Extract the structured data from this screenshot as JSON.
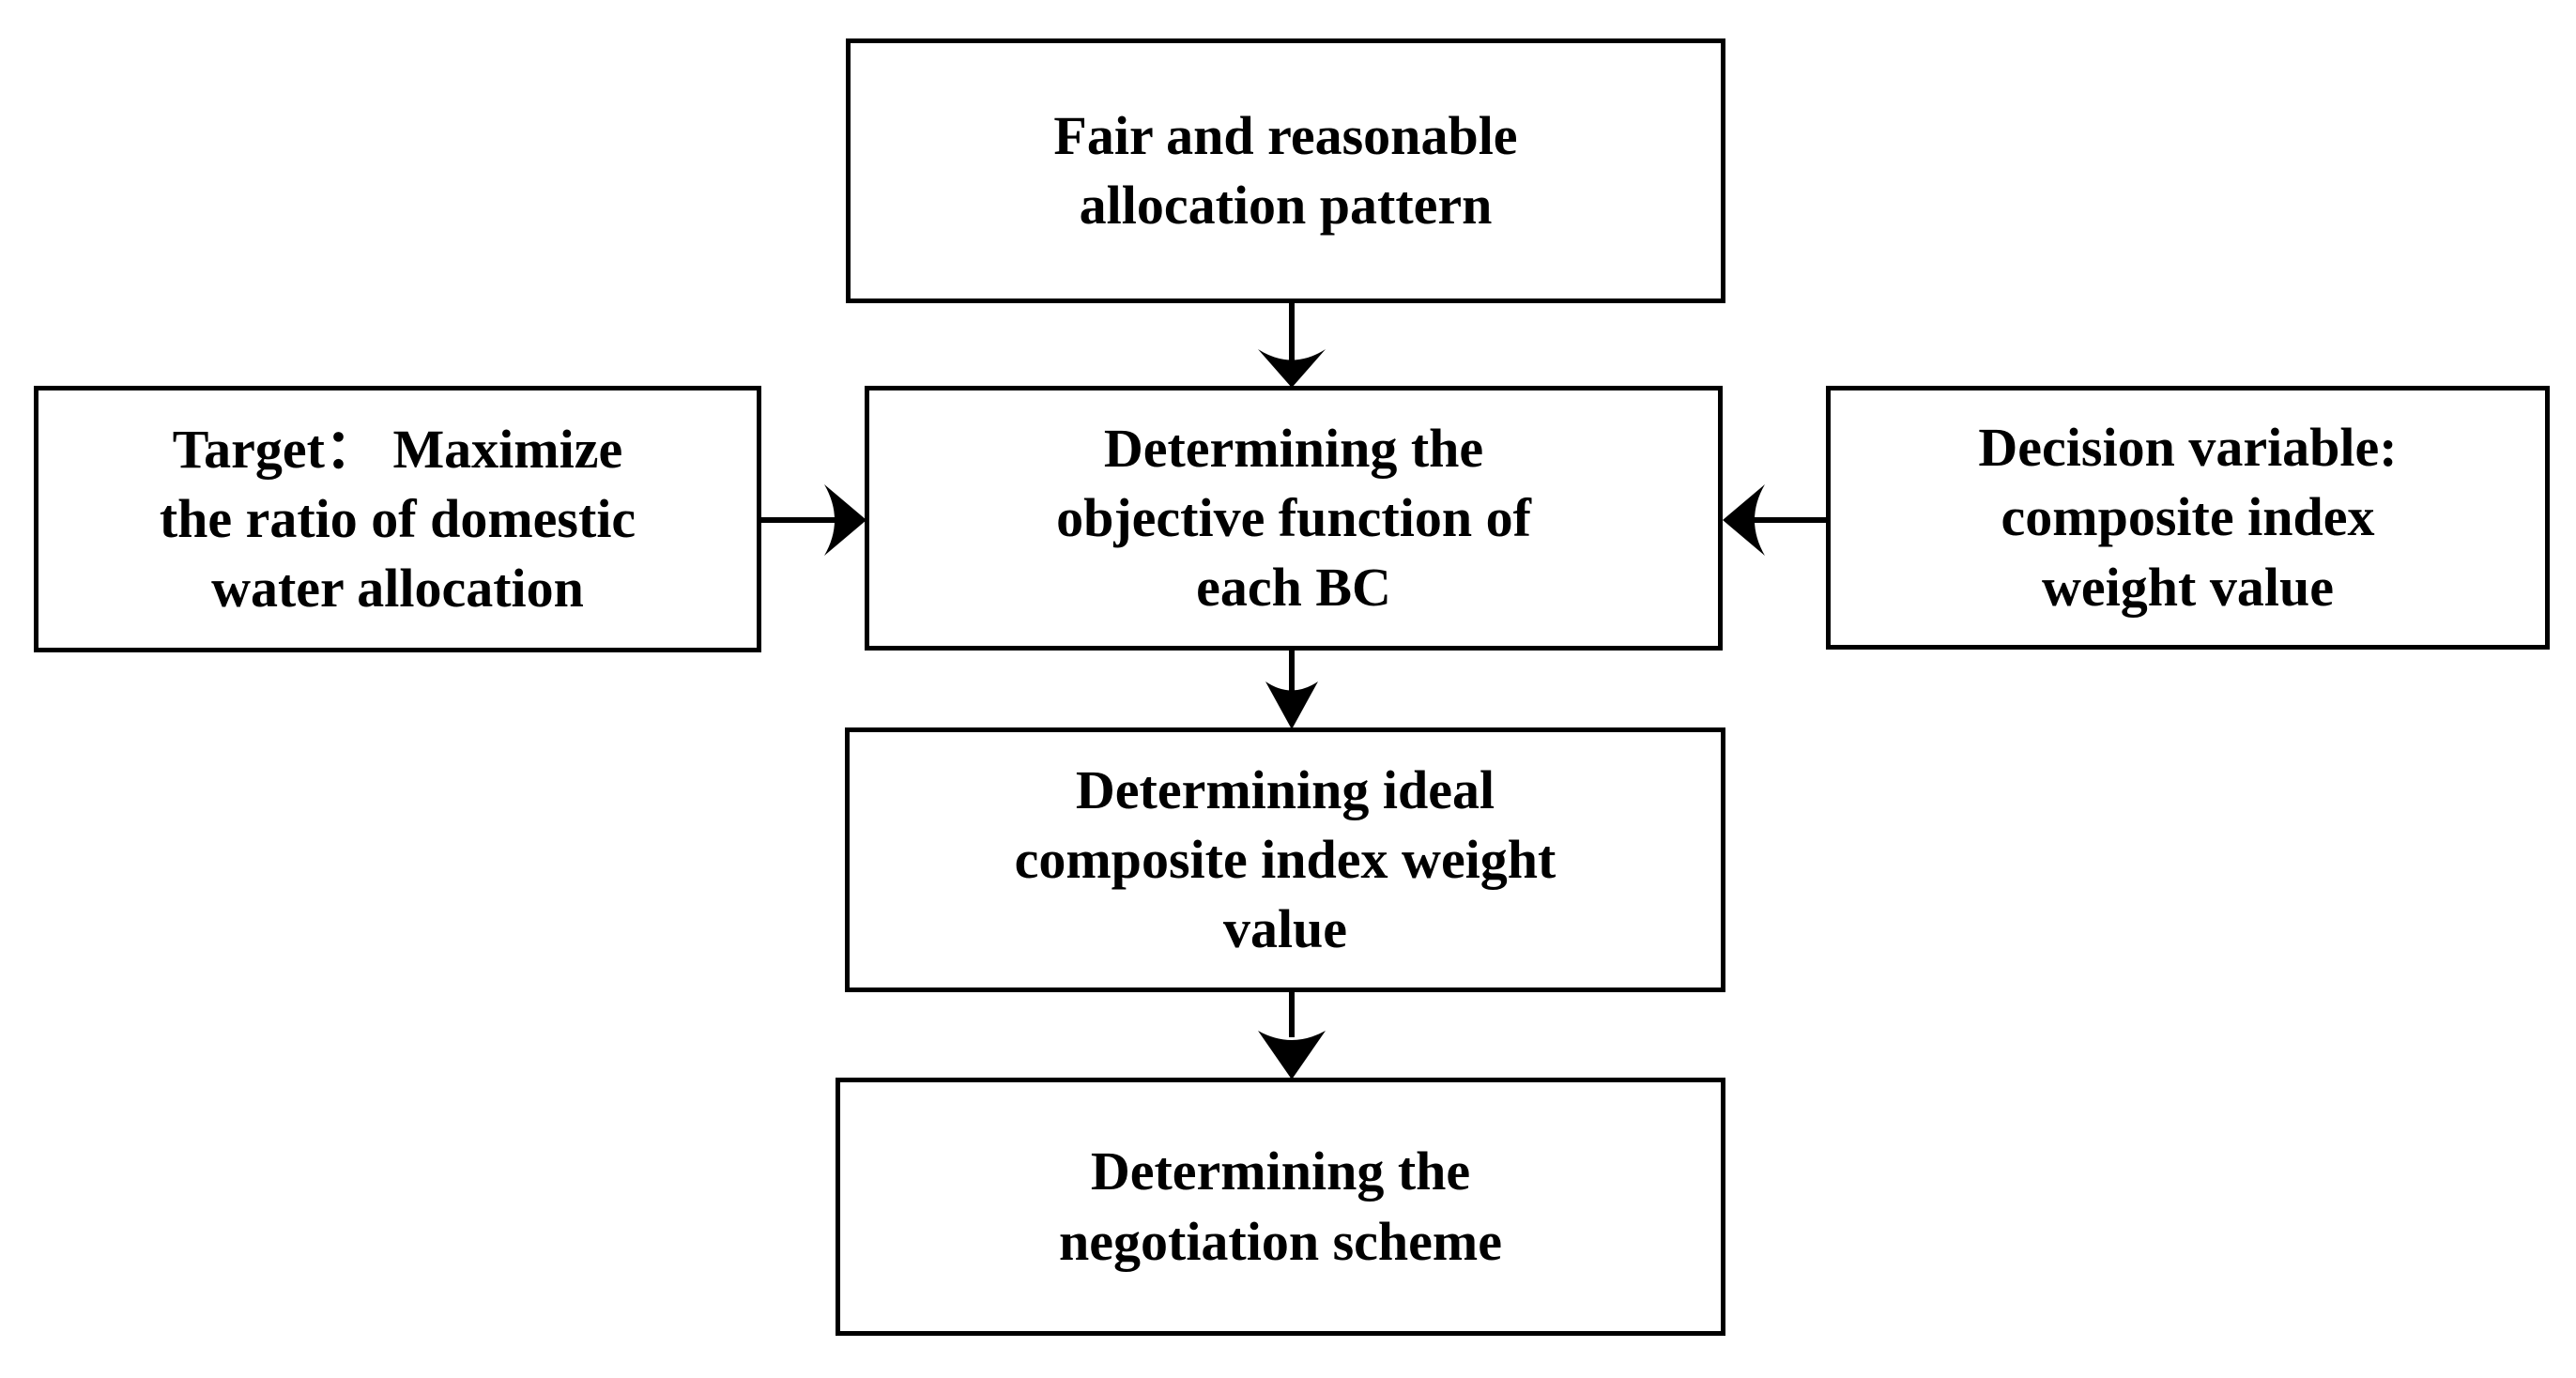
{
  "diagram": {
    "title": "Objective function determination flowchart",
    "background_color": "#ffffff",
    "line_color": "#000000",
    "nodes": {
      "top": {
        "label": "Fair and reasonable\nallocation pattern"
      },
      "left": {
        "label": "Target：  Maximize\nthe ratio of domestic\nwater allocation"
      },
      "center": {
        "label": "Determining the\nobjective function of\neach BC"
      },
      "right": {
        "label": "Decision variable:\ncomposite index\nweight value"
      },
      "ideal": {
        "label": "Determining ideal\ncomposite index weight\nvalue"
      },
      "scheme": {
        "label": "Determining the\nnegotiation scheme"
      }
    },
    "connectors": [
      {
        "name": "top-to-center",
        "from": "top",
        "to": "center",
        "direction": "down"
      },
      {
        "name": "left-to-center",
        "from": "left",
        "to": "center",
        "direction": "right"
      },
      {
        "name": "right-to-center",
        "from": "right",
        "to": "center",
        "direction": "left"
      },
      {
        "name": "center-to-ideal",
        "from": "center",
        "to": "ideal",
        "direction": "down"
      },
      {
        "name": "ideal-to-scheme",
        "from": "ideal",
        "to": "scheme",
        "direction": "down"
      }
    ]
  }
}
